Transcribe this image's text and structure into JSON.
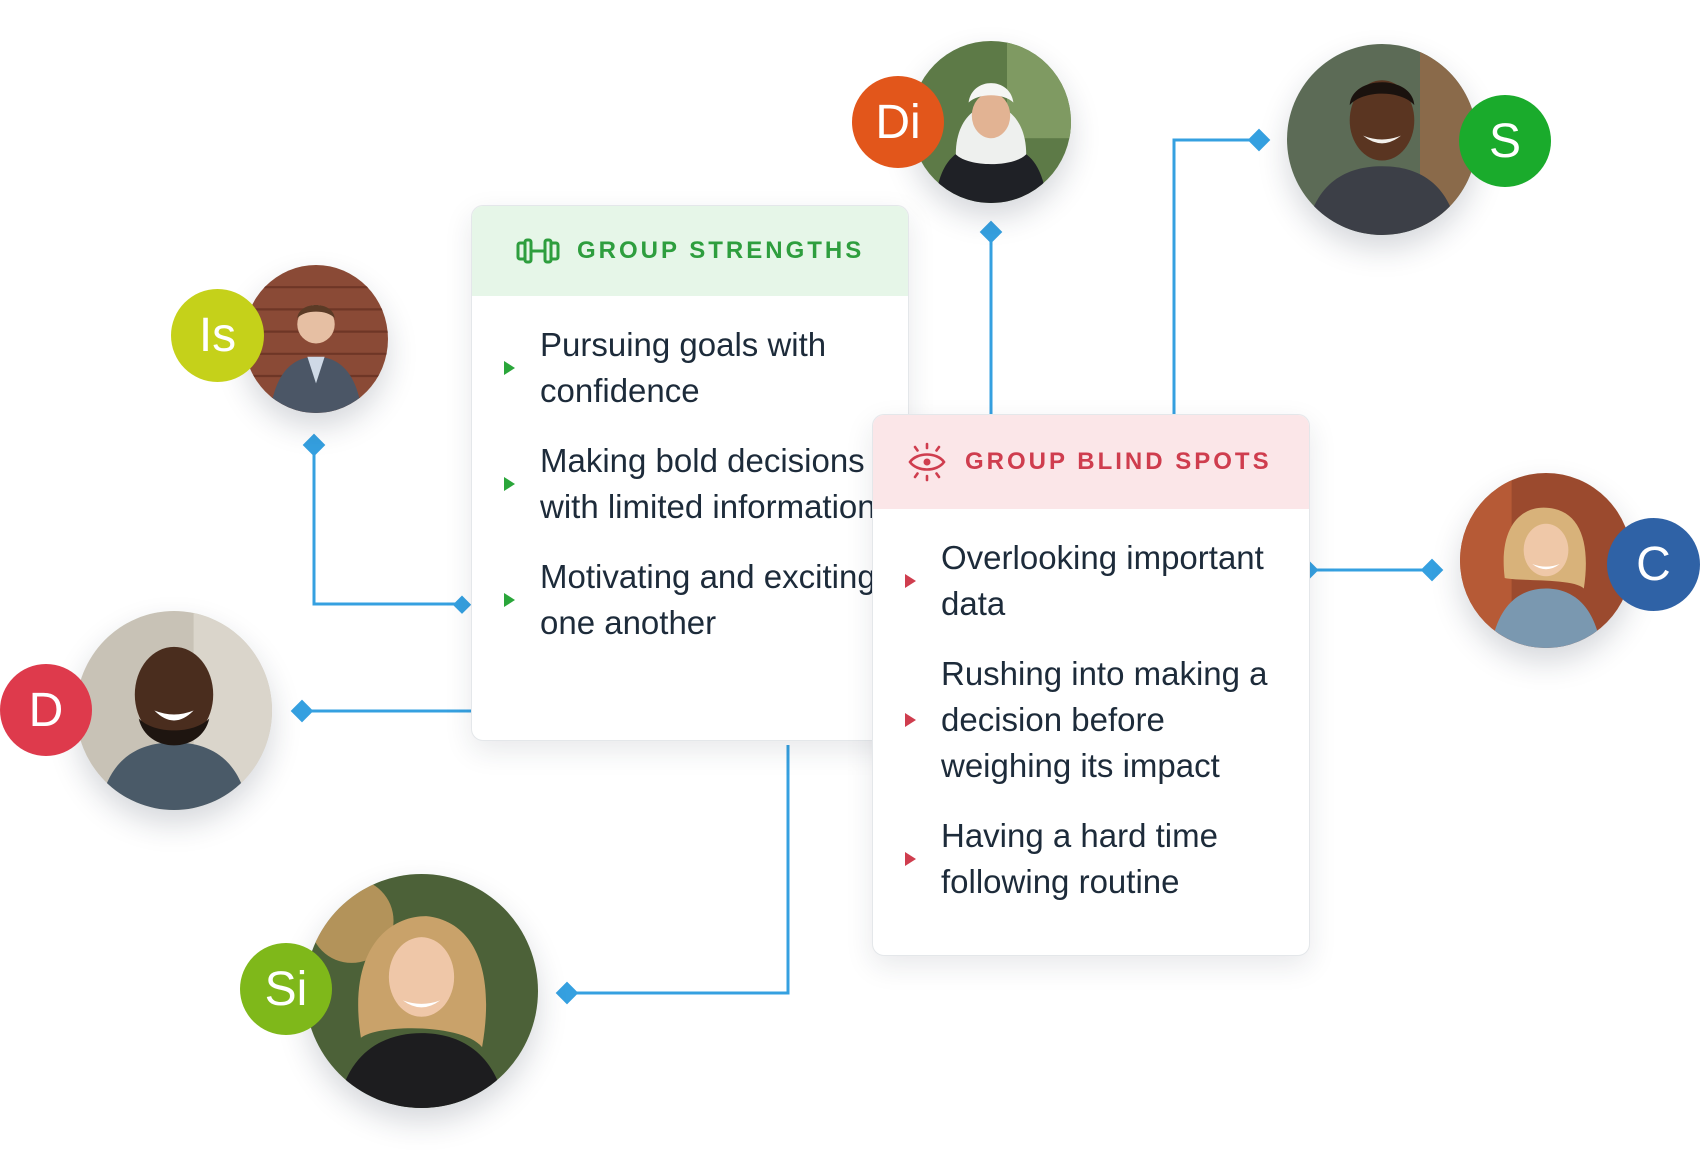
{
  "cards": {
    "strengths": {
      "title": "GROUP STRENGTHS",
      "icon": "dumbbell-icon",
      "color": "#2e9e3e",
      "items": [
        "Pursuing goals with confidence",
        "Making bold decisions with limited information",
        "Motivating and exciting one another"
      ]
    },
    "blind_spots": {
      "title": "GROUP BLIND SPOTS",
      "icon": "eye-blindspot-icon",
      "color": "#cf3d4e",
      "items": [
        "Overlooking important data",
        "Rushing into making a decision before weighing its impact",
        "Having a hard time following routine"
      ]
    }
  },
  "people": {
    "is": {
      "label": "Is",
      "color": "#c5d11a"
    },
    "di": {
      "label": "Di",
      "color": "#e2561b"
    },
    "s": {
      "label": "S",
      "color": "#1aab2c"
    },
    "c": {
      "label": "C",
      "color": "#2f62a6"
    },
    "d": {
      "label": "D",
      "color": "#de3a4c"
    },
    "si": {
      "label": "Si",
      "color": "#7fb81a"
    }
  },
  "connector_color": "#35a0e0"
}
